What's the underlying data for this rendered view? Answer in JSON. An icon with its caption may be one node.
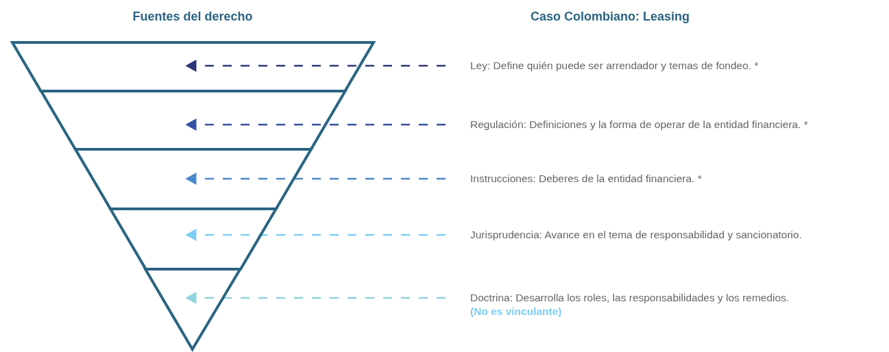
{
  "diagram": {
    "nodes": [
      {
        "text": [],
        "shape": "trapezoid"
      },
      {
        "text": [],
        "shape": "trapezoid"
      },
      {
        "text": [],
        "shape": "trapezoid"
      },
      {
        "text": [],
        "shape": "trapezoid"
      },
      {
        "text": [],
        "shape": "triangle"
      },
      {
        "text": [
          "Ley: Define quién puede ser arrendador y temas de fondeo. *"
        ]
      },
      {
        "text": [
          "Regulación: Definiciones y la forma de operar de la entidad financiera. *"
        ]
      },
      {
        "text": [
          "Instrucciones: Deberes de la entidad financiera. *"
        ]
      },
      {
        "text": [
          "Jurisprudencia: Avance en el tema de responsabilidad y sancionatorio."
        ]
      },
      {
        "text": [
          "Doctrina: Desarrolla los roles, las responsabilidades y los remedios.",
          "(No es vinculante)"
        ]
      }
    ],
    "edges": [
      {
        "from": 5,
        "to": 0,
        "arrow": "to",
        "style": "dashed",
        "color": "#2b3578"
      },
      {
        "from": 6,
        "to": 1,
        "arrow": "to",
        "style": "dashed",
        "color": "#3450a0"
      },
      {
        "from": 7,
        "to": 2,
        "arrow": "to",
        "style": "dashed",
        "color": "#4a88c8"
      },
      {
        "from": 8,
        "to": 3,
        "arrow": "to",
        "style": "dashed",
        "color": "#7ecef4"
      },
      {
        "from": 9,
        "to": 4,
        "arrow": "to",
        "style": "dashed",
        "color": "#8fd3e0"
      }
    ],
    "labels": [
      "Fuentes del derecho",
      "Caso Colombiano: Leasing"
    ]
  }
}
